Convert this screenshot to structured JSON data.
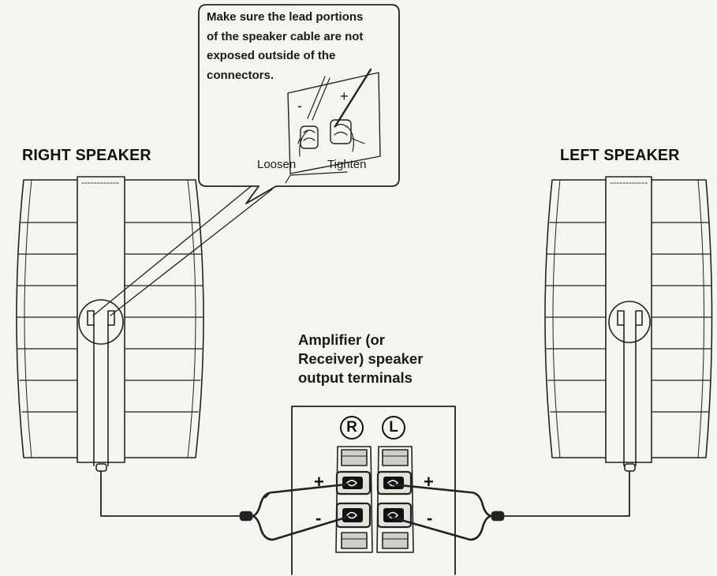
{
  "speakers": {
    "right": "RIGHT SPEAKER",
    "left": "LEFT SPEAKER"
  },
  "callout": {
    "lines": [
      "Make sure the lead portions",
      "of the speaker cable are not",
      "exposed outside of the",
      "connectors."
    ],
    "minus": "-",
    "plus": "+",
    "loosen": "Loosen",
    "tighten": "Tighten"
  },
  "amplifier": {
    "lines": [
      "Amplifier (or",
      "Receiver) speaker",
      "output terminals"
    ],
    "channel_right": "R",
    "channel_left": "L",
    "plus": "+",
    "minus": "-"
  }
}
